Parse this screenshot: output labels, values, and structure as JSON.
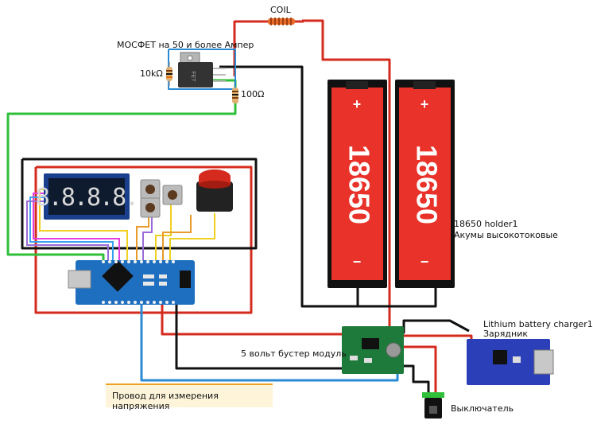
{
  "labels": {
    "coil": "COIL",
    "mosfet": "МОСФЕТ на 50 и более Ампер",
    "r10k": "10kΩ",
    "r100": "100Ω",
    "holder_title": "18650 holder1",
    "holder_sub": "Акумы высокотоковые",
    "charger_title": "Lithium battery charger1",
    "charger_sub": "Зарядник",
    "booster": "5 вольт бустер модуль",
    "switch": "Выключатель",
    "note": "Провод для измерения напряжения"
  },
  "display": {
    "digits": "8.8.8.8."
  },
  "battery_text": "18650",
  "mosfet_mark": "FET",
  "colors": {
    "red": "#d52b1e",
    "black": "#111111",
    "green": "#2fbf3a",
    "blue": "#2a8ad4",
    "battery": "#e8322a",
    "pcb_green": "#1d7a3a",
    "nano_blue": "#1f6fc0",
    "charger_blue": "#2b3fb8"
  },
  "icons": {
    "mosfet": "transistor-icon",
    "coil": "inductor-icon",
    "button": "push-button-icon",
    "display": "seven-segment-display-icon",
    "switch": "slide-switch-icon"
  }
}
